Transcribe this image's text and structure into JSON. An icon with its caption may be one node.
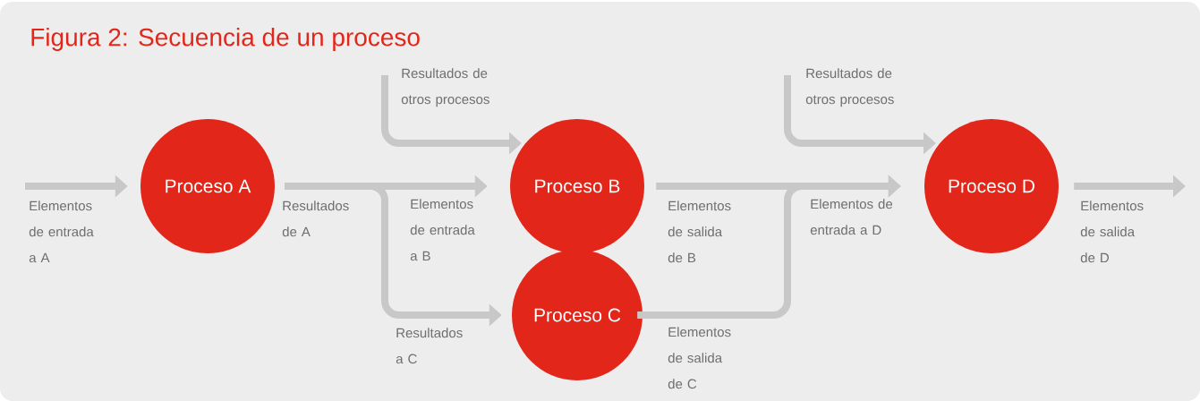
{
  "diagram": {
    "title": "Figura 2: Secuencia de un proceso",
    "nodes": [
      {
        "text": [
          "Proceso A"
        ]
      },
      {
        "text": [
          "Proceso B"
        ]
      },
      {
        "text": [
          "Proceso C"
        ]
      },
      {
        "text": [
          "Proceso D"
        ]
      },
      {
        "text": [
          "Resultados de otros procesos"
        ]
      },
      {
        "text": [
          "Resultados de otros procesos"
        ]
      }
    ],
    "edges": [
      {
        "from": null,
        "to": 0,
        "arrow": "to",
        "label": "Elementos de entrada a A"
      },
      {
        "from": 0,
        "to": 1,
        "arrow": "to",
        "label": "Elementos de entrada a B"
      },
      {
        "from": 0,
        "to": 2,
        "arrow": "to",
        "label": "Resultados a C"
      },
      {
        "from": 4,
        "to": 1,
        "arrow": "to"
      },
      {
        "from": 1,
        "to": 3,
        "arrow": "to",
        "label": "Elementos de salida de B"
      },
      {
        "from": 2,
        "to": 3,
        "arrow": "to",
        "label": "Elementos de salida de C"
      },
      {
        "from": 5,
        "to": 3,
        "arrow": "to"
      },
      {
        "from": 3,
        "to": null,
        "arrow": "to",
        "label": "Elementos de salida de D"
      }
    ],
    "labels": [
      "Resultados de A",
      "Elementos de entrada a D"
    ]
  }
}
